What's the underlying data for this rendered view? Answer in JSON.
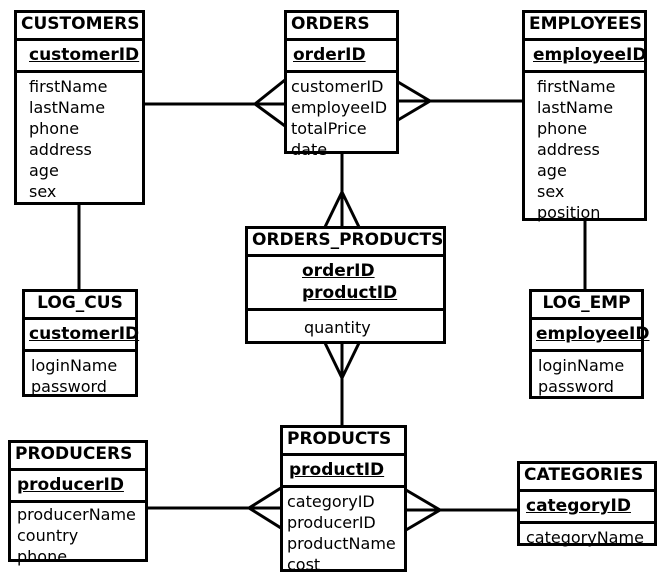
{
  "entities": {
    "customers": {
      "title": "CUSTOMERS",
      "keys": [
        "customerID"
      ],
      "attributes": [
        "firstName",
        "lastName",
        "phone",
        "address",
        "age",
        "sex"
      ]
    },
    "orders": {
      "title": "ORDERS",
      "keys": [
        "orderID"
      ],
      "attributes": [
        "customerID",
        "employeeID",
        "totalPrice",
        "date"
      ]
    },
    "employees": {
      "title": "EMPLOYEES",
      "keys": [
        "employeeID"
      ],
      "attributes": [
        "firstName",
        "lastName",
        "phone",
        "address",
        "age",
        "sex",
        "position"
      ]
    },
    "orders_products": {
      "title": "ORDERS_PRODUCTS",
      "keys": [
        "orderID",
        "productID"
      ],
      "attributes": [
        "quantity"
      ]
    },
    "log_cus": {
      "title": "LOG_CUS",
      "keys": [
        "customerID"
      ],
      "attributes": [
        "loginName",
        "password"
      ]
    },
    "log_emp": {
      "title": "LOG_EMP",
      "keys": [
        "employeeID"
      ],
      "attributes": [
        "loginName",
        "password"
      ]
    },
    "producers": {
      "title": "PRODUCERS",
      "keys": [
        "producerID"
      ],
      "attributes": [
        "producerName",
        "country",
        "phone"
      ]
    },
    "products": {
      "title": "PRODUCTS",
      "keys": [
        "productID"
      ],
      "attributes": [
        "categoryID",
        "producerID",
        "productName",
        "cost"
      ]
    },
    "categories": {
      "title": "CATEGORIES",
      "keys": [
        "categoryID"
      ],
      "attributes": [
        "categoryName"
      ]
    }
  }
}
